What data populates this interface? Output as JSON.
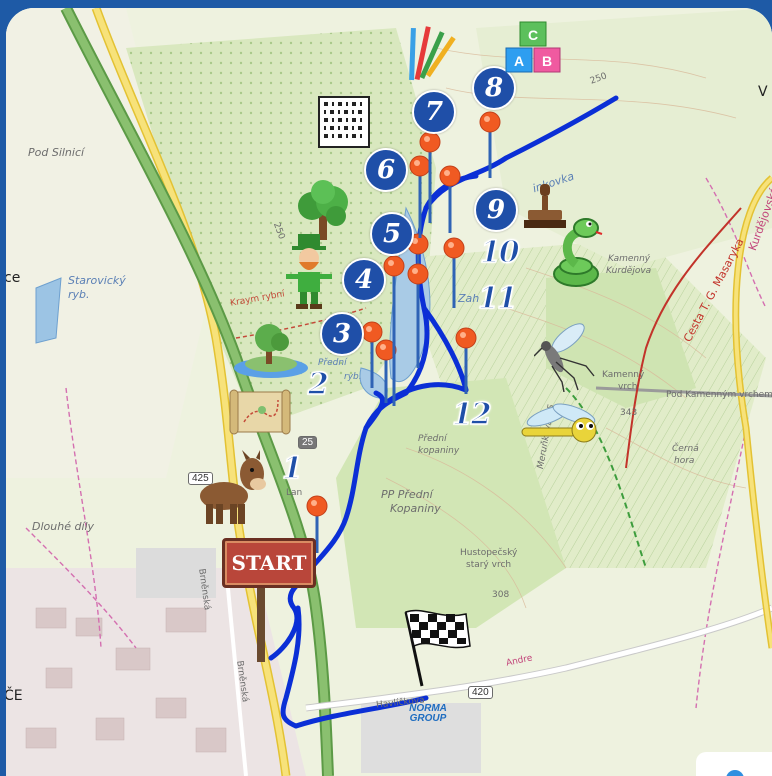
{
  "map": {
    "place_labels": {
      "pod_silnici": "Pod Silnicí",
      "starovicky": "Starovický",
      "ryb": "ryb.",
      "ce": "ce",
      "kraym": "Kraym rybní",
      "predni_ryb": "Přední",
      "predni_ryb2": "ryb.",
      "predni_kopaniny": "Přední",
      "predni_kopaniny2": "kopaniny",
      "pp_predni": "PP Přední",
      "pp_predni2": "Kopaniny",
      "hustopecsky": "Hustopečský",
      "hustopecsky2": "starý vrch",
      "dlouhe_dily": "Dlouhé díly",
      "kamenny_vrch": "Kamenný",
      "kamenny_vrch2": "vrch",
      "pod_kamennym": "Pod Kamenným vrchem",
      "cerna_hora": "Černá",
      "cerna_hora2": "hora",
      "kamenny_kurdejova": "Kamenný",
      "kamenny_kurdejova2": "Kurdějova",
      "merunkova": "Meruňková N5",
      "cesta_masaryka": "Cesta T. G. Masaryka",
      "linkovka": "inkovka",
      "zah": "Zah",
      "lan": "Lan",
      "v_right": "V",
      "ce_bottom": "ČE",
      "brnenska1": "Brněnská",
      "brnenska2": "Brněnská",
      "havlickova": "Havlíčkova",
      "andre": "Andre",
      "elev_250_top": "250",
      "elev_250_left": "250",
      "elev_343": "343",
      "elev_308": "308",
      "pink_road": "Kurdějovská",
      "ce_left": "ce"
    },
    "road_shields": {
      "r425": "425",
      "r420": "420",
      "r25": "25"
    },
    "start_label": "START",
    "norma_logo_line1": "NORMA",
    "norma_logo_line2": "GROUP",
    "stations": [
      "1",
      "2",
      "3",
      "4",
      "5",
      "6",
      "7",
      "8",
      "9",
      "10",
      "11",
      "12"
    ],
    "colors": {
      "route": "#0b2fd6",
      "pin": "#f05a22",
      "pin_stick": "#2f63b5",
      "number": "#1f4fa8",
      "frame": "#1e5aa6",
      "road_green": "#6aa84f",
      "road_yellow": "#f2d24b"
    },
    "icons": {
      "pencils": "colored-pencils-icon",
      "abc_blocks": "abc-blocks-icon",
      "qr_grid": "binary-grid-icon",
      "tree": "tree-icon",
      "leprechaun": "leprechaun-icon",
      "pond": "pond-island-icon",
      "scroll_map": "treasure-map-icon",
      "horse": "donkey-icon",
      "stamp": "stamp-icon",
      "snake": "snake-icon",
      "mosquito": "mosquito-icon",
      "dragonfly": "dragonfly-icon",
      "checkered_flag": "checkered-flag-icon",
      "start_sign": "start-sign-icon"
    }
  }
}
